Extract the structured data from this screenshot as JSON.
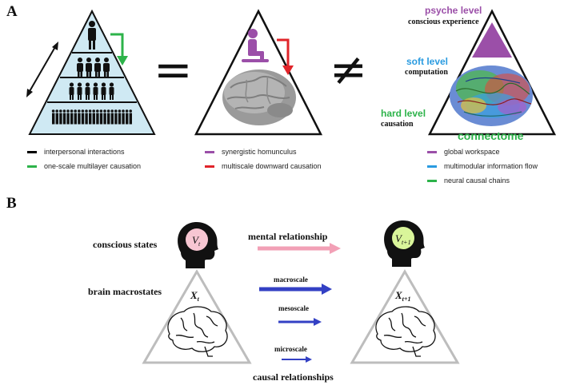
{
  "panel_a": {
    "letter": "A",
    "left_legend": [
      {
        "label": "interpersonal interactions",
        "color": "#000000"
      },
      {
        "label": "one-scale multilayer causation",
        "color": "#2db34a"
      }
    ],
    "mid_legend": [
      {
        "label": "synergistic homunculus",
        "color": "#9b4fa8"
      },
      {
        "label": "multiscale downward causation",
        "color": "#e0242a"
      }
    ],
    "right_legend": [
      {
        "label": "global workspace",
        "color": "#9b4fa8"
      },
      {
        "label": "multimodular information flow",
        "color": "#2a9be0"
      },
      {
        "label": "neural causal chains",
        "color": "#2db34a"
      }
    ],
    "levels": {
      "psyche_title": "psyche level",
      "psyche_sub": "conscious experience",
      "soft_title": "soft level",
      "soft_sub": "computation",
      "hard_title": "hard level",
      "hard_sub": "causation",
      "connectome": "connectome"
    },
    "equals_symbol": "=",
    "not_equal_symbol": "≠",
    "colors": {
      "pyramid_fill": "#cfe9f3",
      "purple": "#9b4fa8",
      "green": "#2db34a",
      "red": "#e0242a",
      "blue": "#2a9be0"
    }
  },
  "panel_b": {
    "letter": "B",
    "conscious_states": "conscious states",
    "brain_macrostates": "brain macrostates",
    "mental_relationship": "mental relationship",
    "macroscale": "macroscale",
    "mesoscale": "mesoscale",
    "microscale": "microscale",
    "causal_relationships": "causal relationships",
    "v_t": "V",
    "v_t_sub": "t",
    "v_t1": "V",
    "v_t1_sub": "t+1",
    "x_t": "X",
    "x_t_sub": "t",
    "x_t1": "X",
    "x_t1_sub": "t+1",
    "colors": {
      "pink": "#f2a0b6",
      "head_pink": "#f7c6d2",
      "head_green": "#d9f59a",
      "arrow_blue": "#3340c4",
      "triangle_gray": "#bdbdbd"
    }
  }
}
